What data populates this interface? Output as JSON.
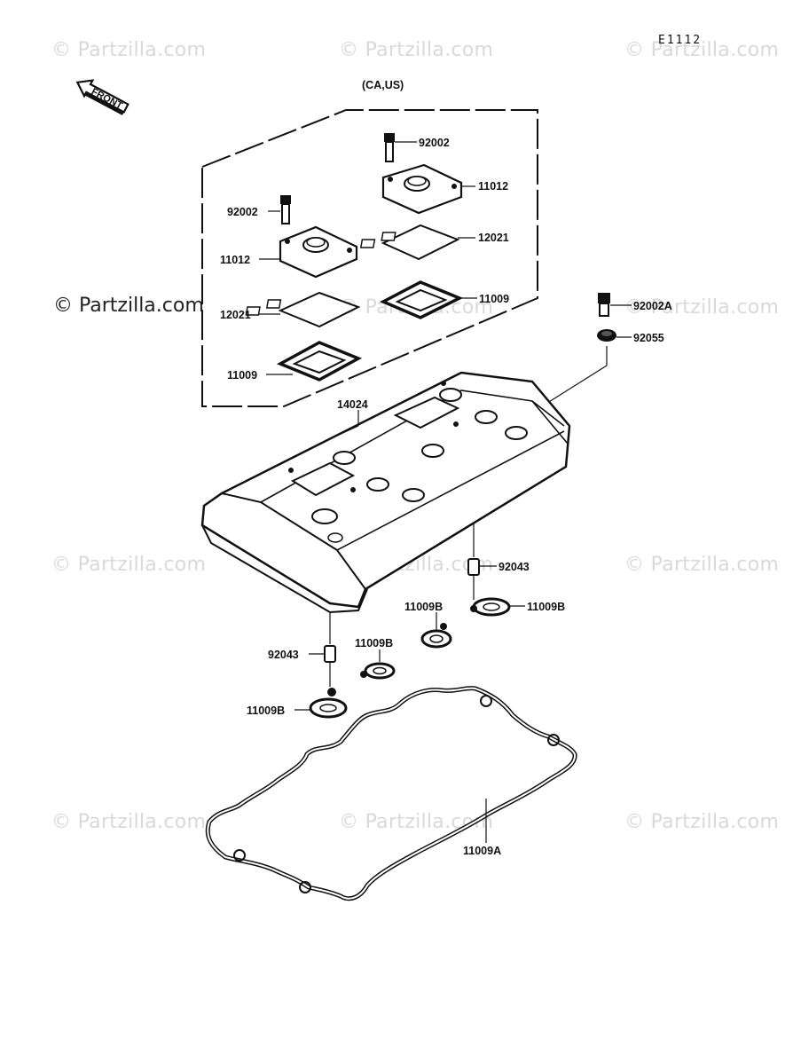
{
  "diagram_code": "E1112",
  "region_label": "(CA,US)",
  "front_label": "FRONT",
  "watermark": "© Partzilla.com",
  "parts": {
    "p92002_upper": "92002",
    "p11012_upper": "11012",
    "p92002_left": "92002",
    "p12021_right": "12021",
    "p11012_left": "11012",
    "p11009_right": "11009",
    "p12021_left": "12021",
    "p11009_left": "11009",
    "p92002A": "92002A",
    "p92055": "92055",
    "p14024": "14024",
    "p92043_right": "92043",
    "p11009B_right": "11009B",
    "p11009B_mid": "11009B",
    "p92043_left": "92043",
    "p11009B_center": "11009B",
    "p11009B_left": "11009B",
    "p11009A": "11009A"
  }
}
